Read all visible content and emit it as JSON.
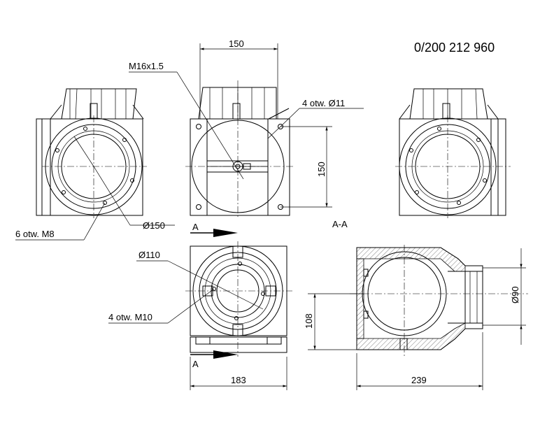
{
  "drawing": {
    "part_number": "0/200 212 960",
    "labels": {
      "thread_m16": "M16x1.5",
      "holes_11": "4 otw. Ø11",
      "holes_m8": "6 otw. M8",
      "dia_150": "Ø150",
      "dia_110": "Ø110",
      "holes_m10": "4 otw. M10",
      "dia_90": "Ø90",
      "section_aa": "A-A",
      "section_a_top": "A",
      "section_a_bottom": "A"
    },
    "dimensions": {
      "width_150": "150",
      "height_150": "150",
      "height_108": "108",
      "width_183": "183",
      "width_239": "239"
    }
  }
}
